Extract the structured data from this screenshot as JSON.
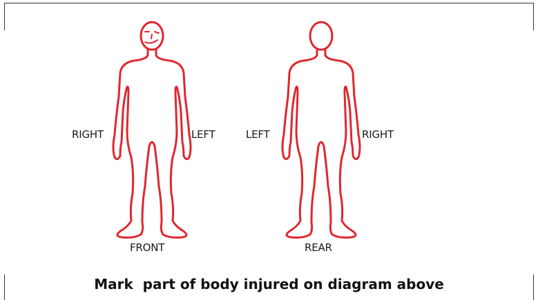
{
  "labels": {
    "front_right": "RIGHT",
    "front_left": "LEFT",
    "rear_left": "LEFT",
    "rear_right": "RIGHT",
    "front": "FRONT",
    "rear": "REAR"
  },
  "caption": "Mark  part of body injured on diagram above",
  "colors": {
    "outline": "#e0262e",
    "text": "#1a1a1a"
  }
}
